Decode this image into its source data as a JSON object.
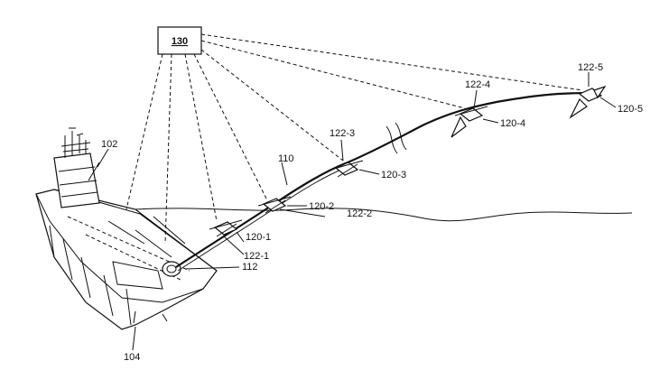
{
  "controller": {
    "label": "130"
  },
  "ship": {
    "label": "102",
    "hull_label": "104"
  },
  "tether": {
    "label": "110",
    "winch_label": "112"
  },
  "nodes": [
    {
      "unit": "120-1",
      "id": "122-1"
    },
    {
      "unit": "120-2",
      "id": "122-2"
    },
    {
      "unit": "120-3",
      "id": "122-3"
    },
    {
      "unit": "120-4",
      "id": "122-4"
    },
    {
      "unit": "120-5",
      "id": "122-5"
    }
  ]
}
